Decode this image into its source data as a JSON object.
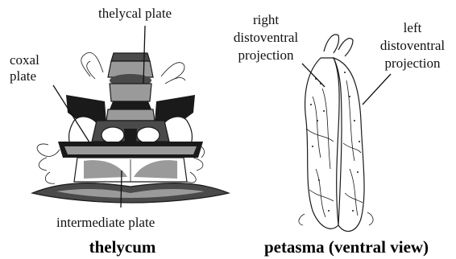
{
  "labels": {
    "thelycal_plate": "thelycal plate",
    "coxal_line1": "coxal",
    "coxal_line2": "plate",
    "intermediate_plate": "intermediate plate",
    "right_line1": "right",
    "right_line2": "distoventral",
    "right_line3": "projection",
    "left_line1": "left",
    "left_line2": "distoventral",
    "left_line3": "projection"
  },
  "captions": {
    "thelycum": "thelycum",
    "petasma": "petasma (ventral view)"
  }
}
